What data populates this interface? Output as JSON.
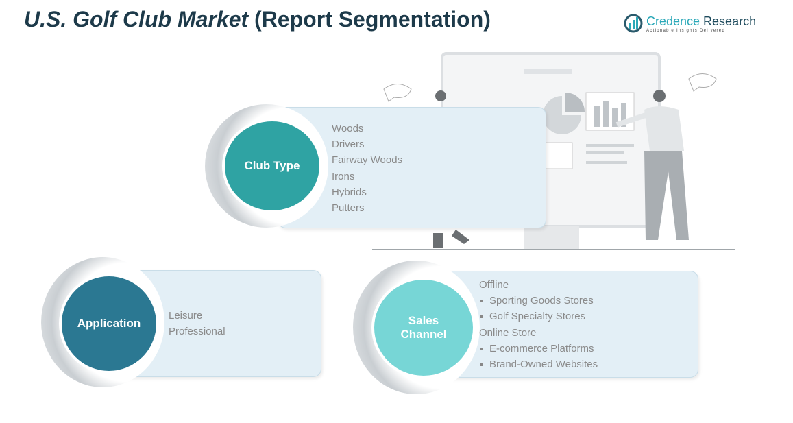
{
  "title": {
    "main": "U.S. Golf Club Market",
    "sub": "(Report Segmentation)"
  },
  "logo": {
    "name_a": "Credence",
    "name_b": " Research",
    "tagline": "Actionable Insights Delivered"
  },
  "segments": {
    "club_type": {
      "label": "Club Type",
      "color": "#2fa3a3",
      "items": [
        "Woods",
        "Drivers",
        "Fairway Woods",
        "Irons",
        "Hybrids",
        "Putters"
      ]
    },
    "application": {
      "label": "Application",
      "color": "#2b7892",
      "items": [
        "Leisure",
        "Professional"
      ]
    },
    "sales_channel": {
      "label": "Sales Channel",
      "color": "#77d6d6",
      "groups": [
        {
          "label": "Offline",
          "items": [
            "Sporting Goods Stores",
            "Golf Specialty Stores"
          ]
        },
        {
          "label": "Online Store",
          "items": [
            "E-commerce Platforms",
            "Brand-Owned Websites"
          ]
        }
      ]
    }
  }
}
